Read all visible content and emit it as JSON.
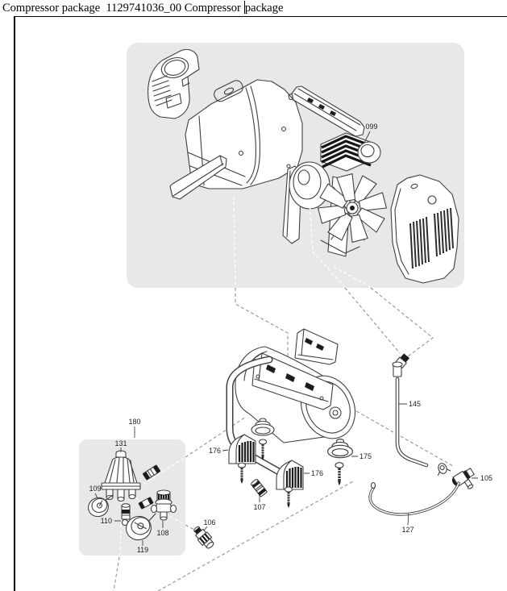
{
  "window": {
    "title_before_cursor": "Compressor package  1129741036_00 Compressor ",
    "title_after_cursor": "package"
  },
  "diagram": {
    "labels": {
      "part_099": "099",
      "part_145": "145",
      "part_105": "105",
      "part_127": "127",
      "part_175": "175",
      "part_176_left": "176",
      "part_176_right": "176",
      "part_107": "107",
      "part_106": "106",
      "part_180": "180",
      "part_131": "131",
      "part_109": "109",
      "part_110": "110",
      "part_108": "108",
      "part_119": "119"
    },
    "colors": {
      "panel_fill": "#e8e8e8",
      "line": "#3f3f3f",
      "dash": "#9b9b9b",
      "dark": "#1c1c1c",
      "paper": "#ffffff",
      "frame_border": "#000000"
    }
  }
}
